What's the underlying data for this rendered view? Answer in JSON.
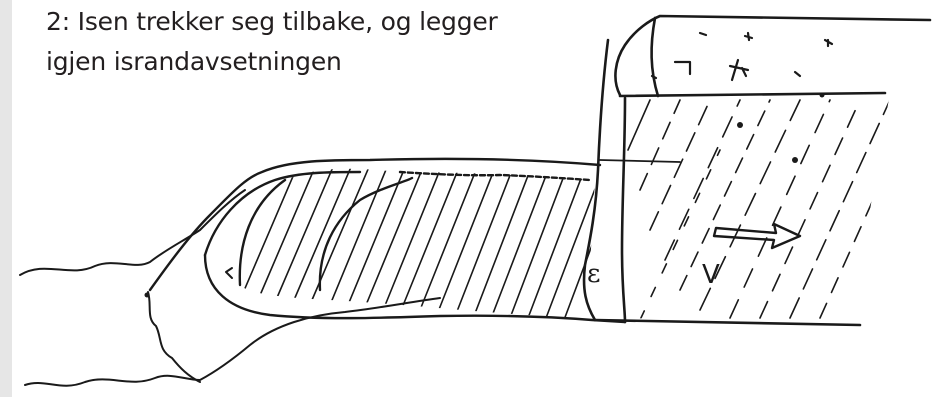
{
  "caption": {
    "line1": "2: Isen trekker seg tilbake, og legger",
    "line2": "igjen israndavsetningen"
  },
  "sketch": {
    "stroke_color": "#1a1a1a",
    "background_color": "#ffffff",
    "strip_color": "#e6e6e6",
    "glyph_epsilon": "ε",
    "glyph_v": "V"
  }
}
